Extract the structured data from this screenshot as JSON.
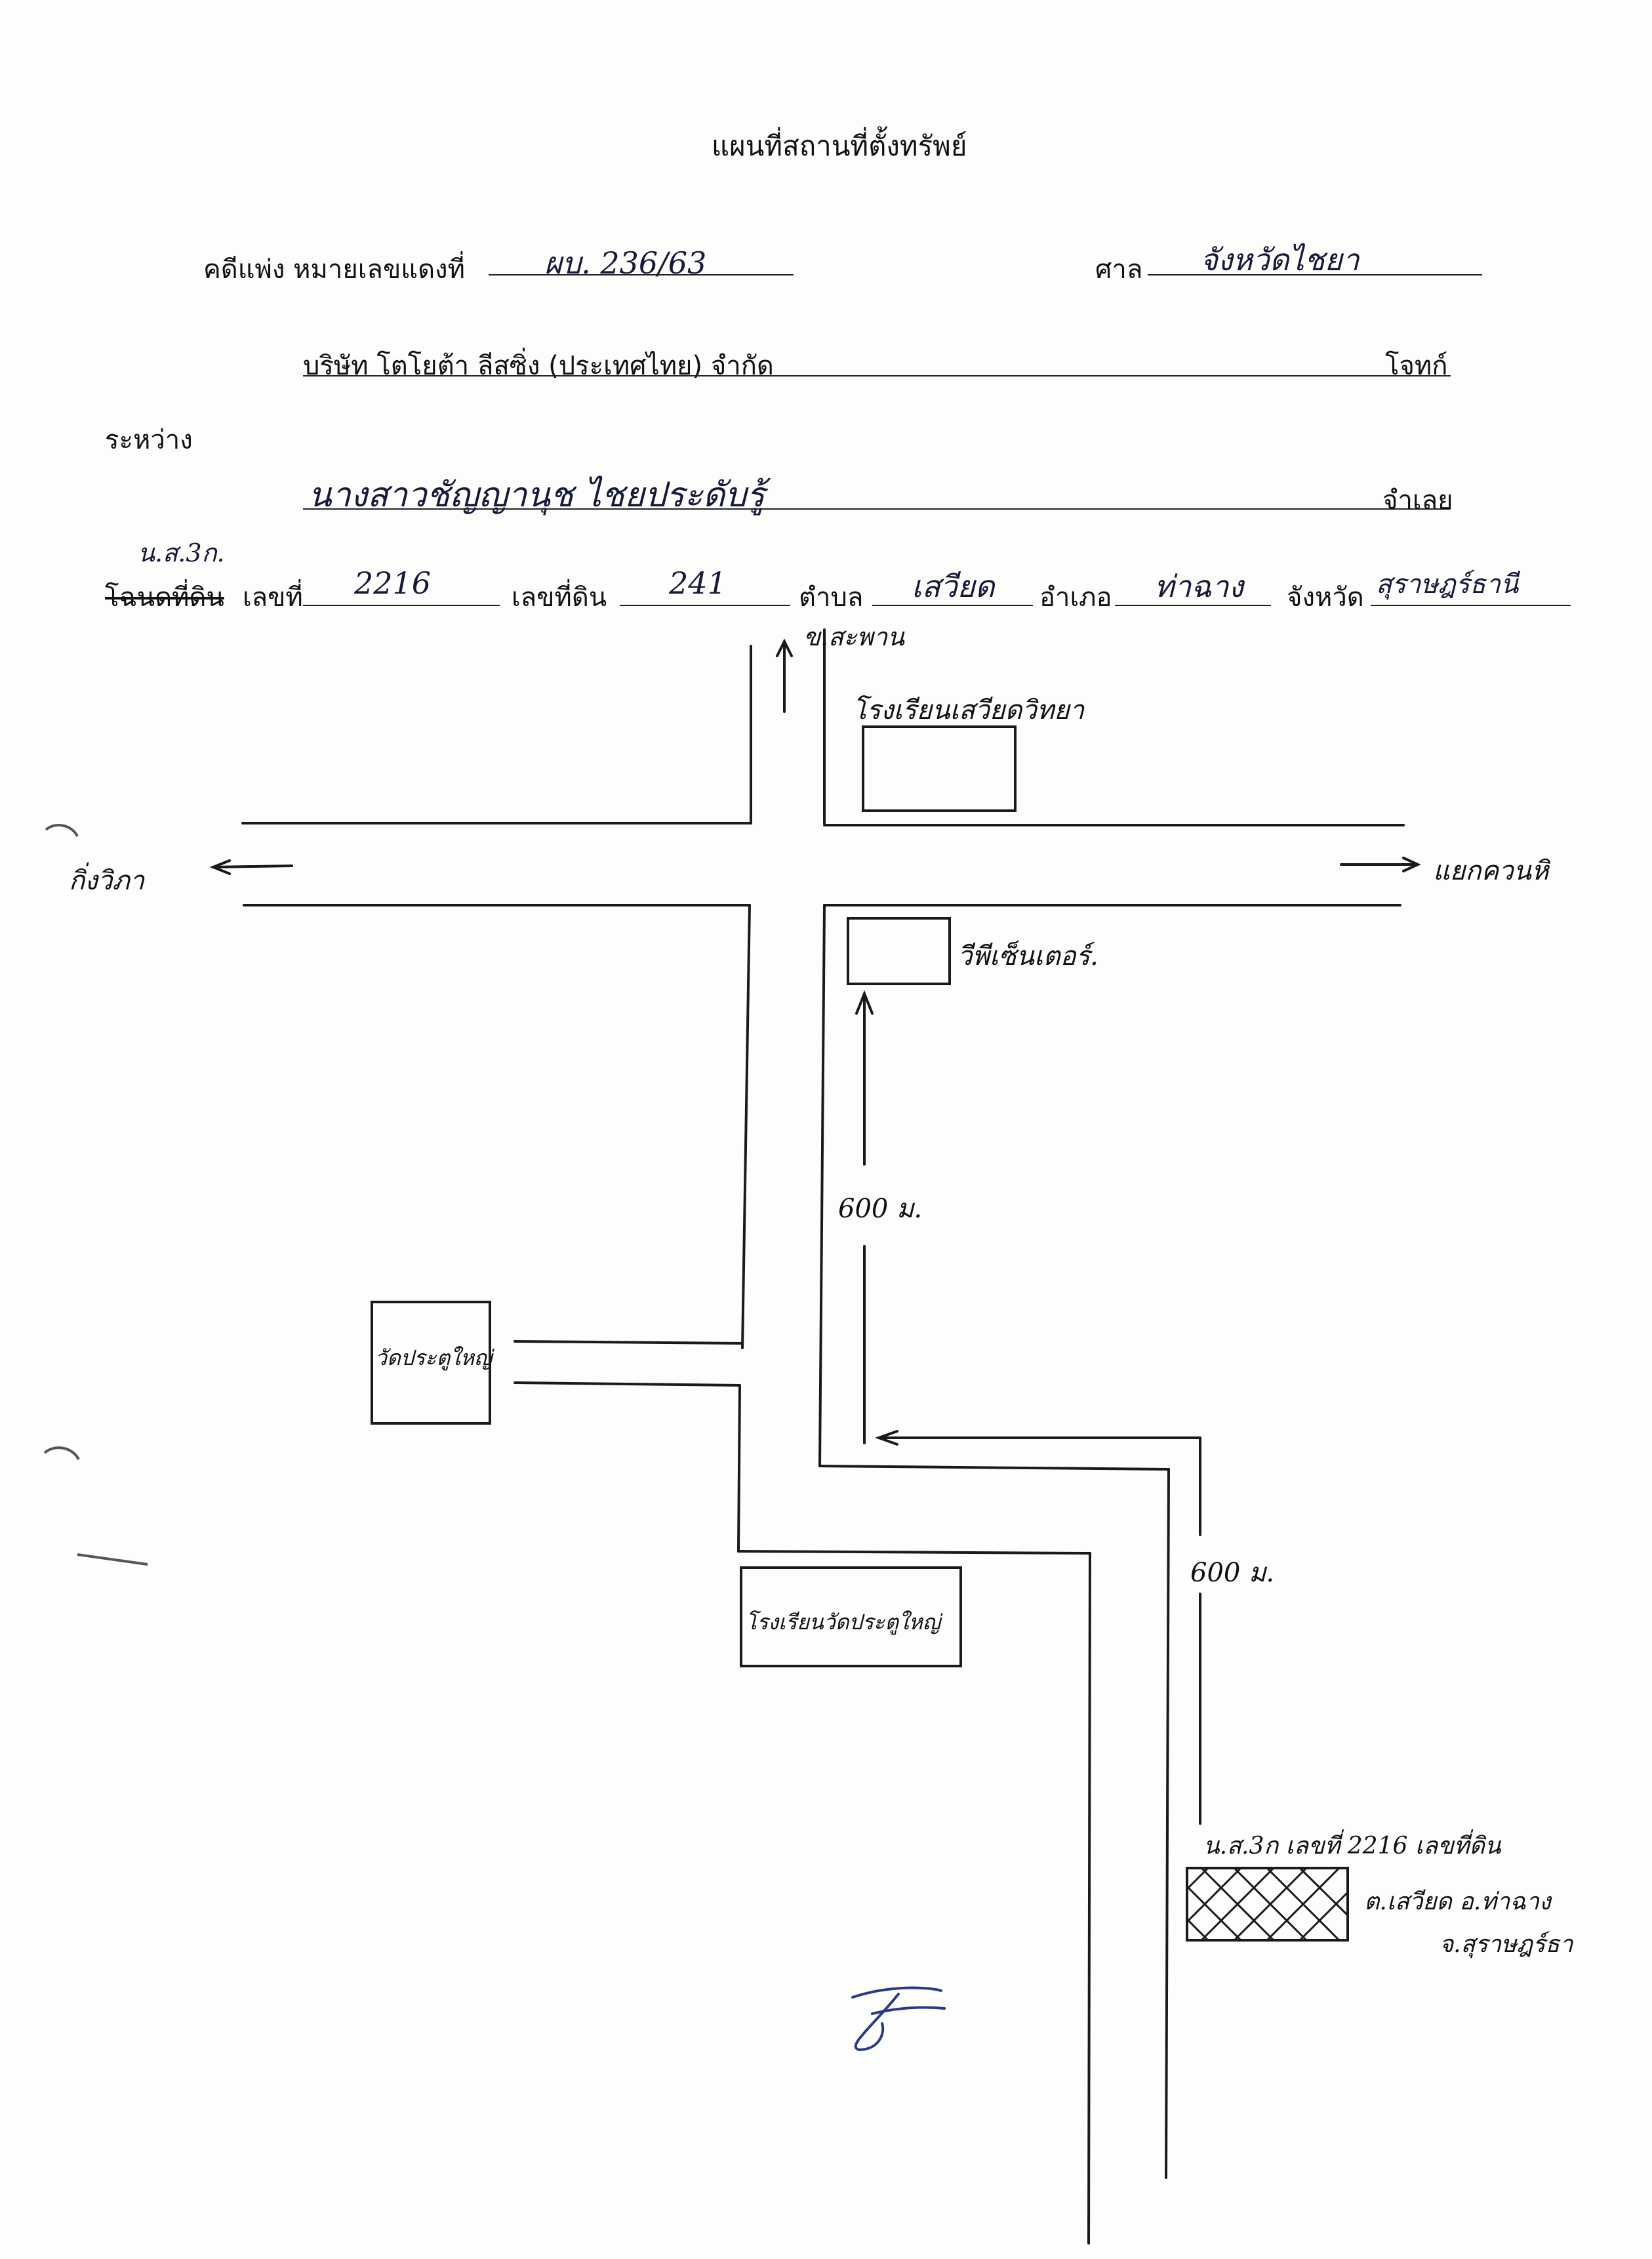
{
  "title": "แผนที่สถานที่ตั้งทรัพย์",
  "case": {
    "label": "คดีแพ่ง หมายเลขแดงที่",
    "number": "ผบ. 236/63",
    "court_label": "ศาล",
    "court_name": "จังหวัดไชยา"
  },
  "plaintiff": {
    "name": "บริษัท โตโยต้า ลีสซิ่ง (ประเทศไทย) จำกัด",
    "role": "โจทก์"
  },
  "between_label": "ระหว่าง",
  "defendant": {
    "name": "นางสาวชัญญานุช ไชยประดับรู้",
    "role": "จำเลย"
  },
  "land": {
    "doc_type_handwritten": "น.ส.3ก.",
    "doc_type_struck": "โฉนดที่ดิน",
    "number_label": "เลขที่",
    "number": "2216",
    "land_no_label": "เลขที่ดิน",
    "land_no": "241",
    "tambon_label": "ตำบล",
    "tambon": "เสวียด",
    "amphoe_label": "อำเภอ",
    "amphoe": "ท่าฉาง",
    "province_label": "จังหวัด",
    "province": "สุราษฎร์ธานี"
  },
  "map": {
    "north_road": "ข.สะพาน",
    "school_top": "โรงเรียนเสวียดวิทยา",
    "west_dest": "กิ่งวิภา",
    "east_dest": "แยกควนหิ",
    "center": "วีพีเซ็นเตอร์.",
    "dist1": "600 ม.",
    "temple": "วัดประตูใหญ่",
    "dist2": "600 ม.",
    "school_bottom": "โรงเรียนวัดประตูใหญ่",
    "parcel_line1": "น.ส.3ก เลขที่ 2216 เลขที่ดิน",
    "parcel_line2": "ต.เสวียด อ.ท่าฉาง",
    "parcel_line3": "จ.สุราษฎร์ธา"
  }
}
